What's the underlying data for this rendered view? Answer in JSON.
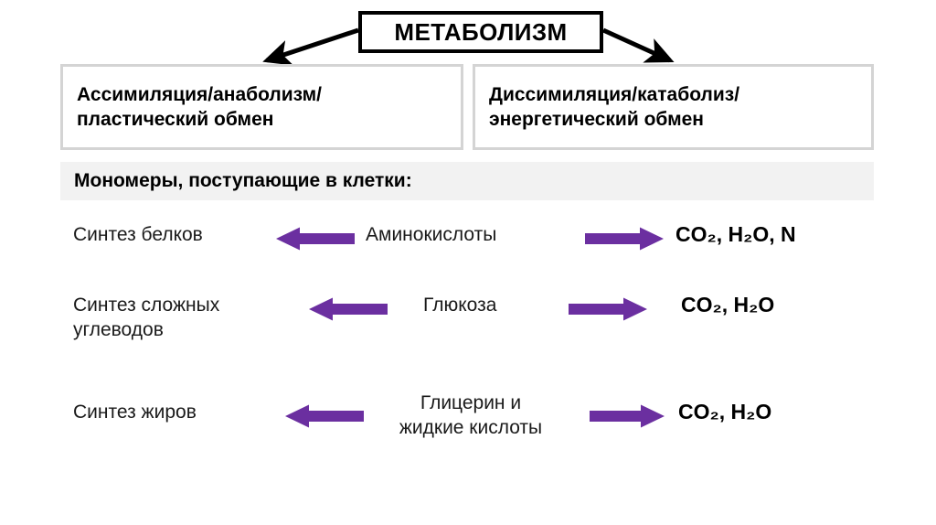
{
  "diagram": {
    "title": "МЕТАБОЛИЗМ",
    "accent_color": "#6B2FA0",
    "border_color": "#d4d4d4",
    "bar_color": "#f2f2f2",
    "branches": [
      {
        "name": "assimilation",
        "line1": "Ассимиляция/анаболизм/",
        "line2": "пластический обмен"
      },
      {
        "name": "dissimilation",
        "line1": "Диссимиляция/катаболиз/",
        "line2": "энергетический обмен"
      }
    ],
    "section_heading": "Мономеры, поступающие в клетки:",
    "rows": [
      {
        "name": "proteins",
        "synthesis_line1": "Синтез белков",
        "synthesis_line2": "",
        "monomer_line1": "Аминокислоты",
        "monomer_line2": "",
        "products": "CO₂, H₂O, N"
      },
      {
        "name": "carbohydrates",
        "synthesis_line1": "Синтез сложных",
        "synthesis_line2": "углеводов",
        "monomer_line1": "Глюкоза",
        "monomer_line2": "",
        "products": "CO₂, H₂O"
      },
      {
        "name": "fats",
        "synthesis_line1": "Синтез жиров",
        "synthesis_line2": "",
        "monomer_line1": "Глицерин и",
        "monomer_line2": "жидкие кислоты",
        "products": "CO₂, H₂O"
      }
    ]
  }
}
